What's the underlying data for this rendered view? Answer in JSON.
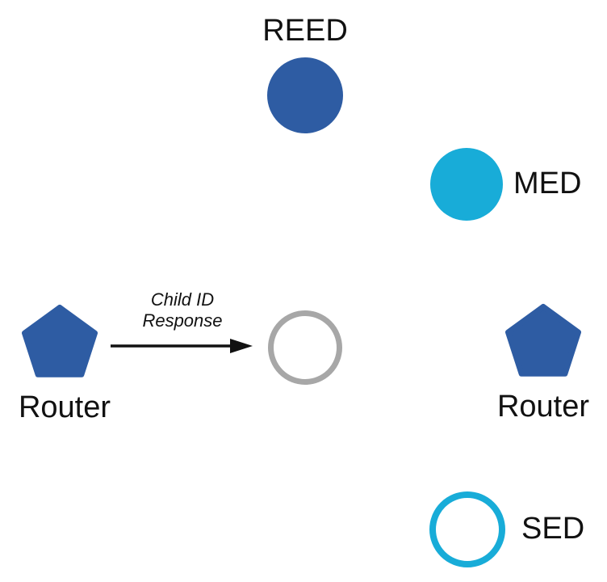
{
  "colors": {
    "router_blue": "#2E5CA3",
    "device_cyan": "#18ACD8",
    "joining_gray": "#A7A7A7",
    "arrow_black": "#111111"
  },
  "diagram": {
    "nodes": {
      "reed": {
        "label": "REED",
        "shape": "filled-circle"
      },
      "med": {
        "label": "MED",
        "shape": "filled-circle"
      },
      "router_left": {
        "label": "Router",
        "shape": "pentagon"
      },
      "router_right": {
        "label": "Router",
        "shape": "pentagon"
      },
      "joining_device": {
        "label": "",
        "shape": "outline-circle-gray"
      },
      "sed": {
        "label": "SED",
        "shape": "outline-circle-cyan"
      }
    },
    "message": {
      "label": "Child ID Response"
    }
  }
}
